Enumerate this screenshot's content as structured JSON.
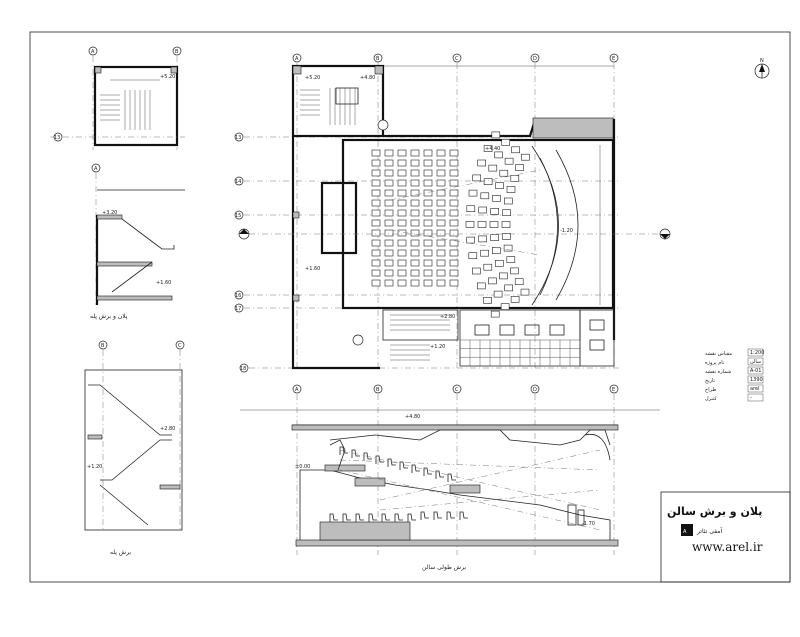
{
  "axes": {
    "A": "A",
    "B": "B",
    "C": "C",
    "D": "D",
    "E": "E",
    "r13": "13",
    "r14": "14",
    "r15": "15",
    "r16": "16",
    "r17": "17",
    "r18": "18"
  },
  "levels": {
    "l1": "+5.20",
    "l2": "+4.40",
    "l3": "+3.20",
    "l4": "+2.80",
    "l5": "+1.60",
    "l6": "±0.00",
    "l7": "-1.20",
    "l8": "-1.70",
    "l9": "+4.80",
    "l10": "+1.20"
  },
  "north": "N",
  "captions": {
    "section_left": "پلان و برش پله",
    "stair_section": "برش پله",
    "main_section": "برش طولی سالن"
  },
  "titleblock": {
    "title": "پلان و برش سالن",
    "subtitle": "آمفی تئاتر",
    "url": "www.arel.ir"
  },
  "legend": [
    {
      "label": "مقیاس نقشه",
      "value": "1:200"
    },
    {
      "label": "نام پروژه",
      "value": "سالن"
    },
    {
      "label": "شماره نقشه",
      "value": "A-01"
    },
    {
      "label": "تاریخ",
      "value": "1390"
    },
    {
      "label": "طراح",
      "value": "arel"
    },
    {
      "label": "کنترل",
      "value": "-"
    }
  ]
}
